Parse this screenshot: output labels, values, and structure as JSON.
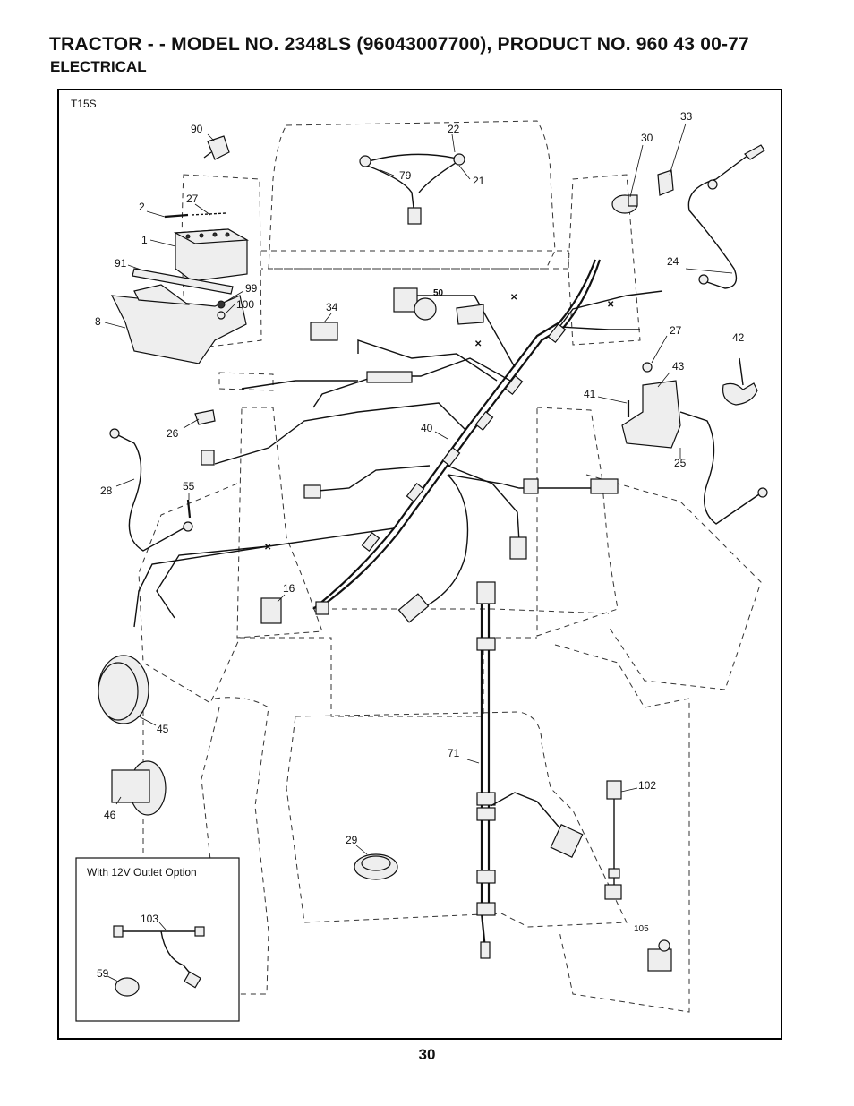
{
  "header": {
    "title": "TRACTOR -  - MODEL NO. 2348LS (96043007700), PRODUCT NO. 960 43 00-77",
    "subtitle": "ELECTRICAL"
  },
  "diagram": {
    "frame_code": "T15S",
    "inset_caption": "With 12V Outlet Option",
    "callouts": {
      "c90": "90",
      "c22": "22",
      "c79": "79",
      "c21": "21",
      "c33": "33",
      "c30": "30",
      "c27a": "27",
      "c2": "2",
      "c1": "1",
      "c91": "91",
      "c99": "99",
      "c100": "100",
      "c8": "8",
      "c24": "24",
      "c34": "34",
      "c50": "50",
      "c27b": "27",
      "c42": "42",
      "c43": "43",
      "c41": "41",
      "c26": "26",
      "c40": "40",
      "c25": "25",
      "c28": "28",
      "c55": "55",
      "c16": "16",
      "c45": "45",
      "c71": "71",
      "c46": "46",
      "c102": "102",
      "c29": "29",
      "c103": "103",
      "c59": "59",
      "c105": "105"
    }
  },
  "footer": {
    "page_number": "30"
  }
}
